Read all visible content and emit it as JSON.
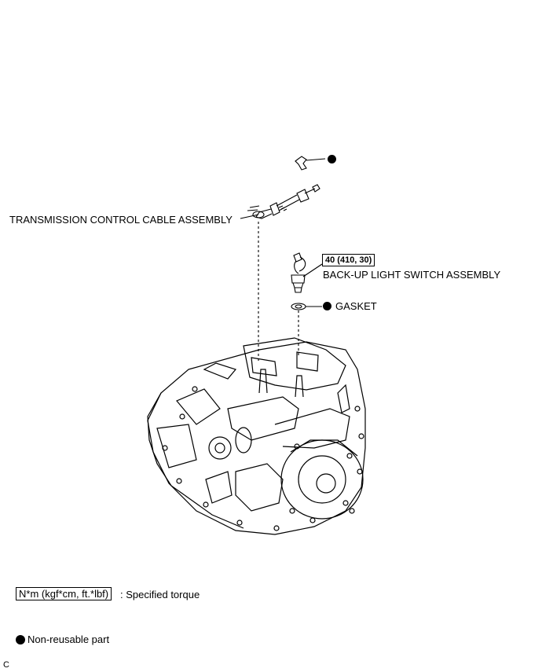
{
  "labels": {
    "cable": "TRANSMISSION CONTROL CABLE ASSEMBLY",
    "switch": "BACK-UP LIGHT SWITCH ASSEMBLY",
    "gasket": "GASKET",
    "torque": "40 (410, 30)"
  },
  "legend": {
    "torque_unit": "N*m (kgf*cm, ft.*lbf)",
    "torque_desc": ": Specified torque",
    "nonreusable": "Non-reusable part"
  },
  "corner_mark": "C"
}
